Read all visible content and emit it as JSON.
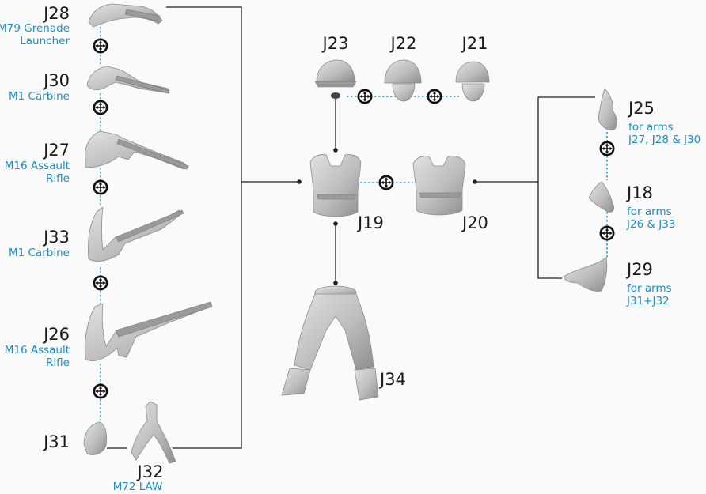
{
  "parts": {
    "J28": {
      "code": "J28",
      "desc": [
        "M79 Grenade",
        "Launcher"
      ]
    },
    "J30": {
      "code": "J30",
      "desc": [
        "M1 Carbine"
      ]
    },
    "J27": {
      "code": "J27",
      "desc": [
        "M16 Assault",
        "Rifle"
      ]
    },
    "J33": {
      "code": "J33",
      "desc": [
        "M1 Carbine"
      ]
    },
    "J26": {
      "code": "J26",
      "desc": [
        "M16 Assault",
        "Rifle"
      ]
    },
    "J31": {
      "code": "J31"
    },
    "J32": {
      "code": "J32",
      "desc": [
        "M72 LAW"
      ]
    },
    "J23": {
      "code": "J23"
    },
    "J22": {
      "code": "J22"
    },
    "J21": {
      "code": "J21"
    },
    "J19": {
      "code": "J19"
    },
    "J20": {
      "code": "J20"
    },
    "J34": {
      "code": "J34"
    },
    "J25": {
      "code": "J25",
      "desc": [
        "for arms",
        "J27, J28 & J30"
      ]
    },
    "J18": {
      "code": "J18",
      "desc": [
        "for arms",
        "J26 & J33"
      ]
    },
    "J29": {
      "code": "J29",
      "desc": [
        "for arms",
        "J31+J32"
      ]
    }
  },
  "colors": {
    "line": "#222222",
    "accent": "#1a8fc4",
    "background": "#fafafa"
  }
}
